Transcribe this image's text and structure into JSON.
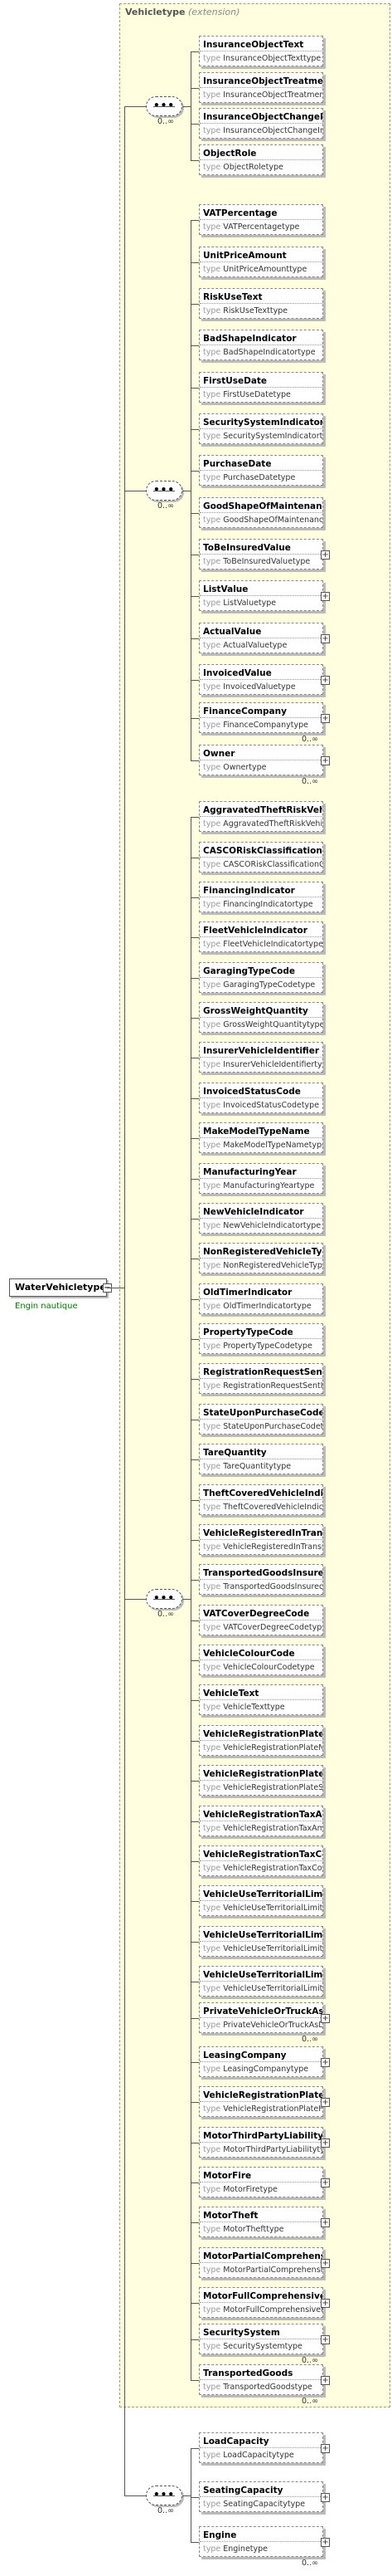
{
  "root": {
    "name": "WaterVehicletype",
    "note": "Engin nautique"
  },
  "extension": {
    "name": "Vehicletype",
    "tag": "(extension)"
  },
  "type_prefix": "type",
  "groups": [
    {
      "occurrence": "0..∞",
      "elements": [
        {
          "name": "InsuranceObjectText",
          "type": "InsuranceObjectTexttype",
          "optional": true,
          "expand": false
        },
        {
          "name": "InsuranceObjectTreatmentCode",
          "type": "InsuranceObjectTreatmentCodetype",
          "optional": true,
          "expand": false
        },
        {
          "name": "InsuranceObjectChangeIndicator",
          "type": "InsuranceObjectChangeIndicatortype",
          "optional": true,
          "expand": false
        },
        {
          "name": "ObjectRole",
          "type": "ObjectRoletype",
          "optional": true,
          "expand": false
        }
      ]
    },
    {
      "occurrence": "0..∞",
      "elements": [
        {
          "name": "VATPercentage",
          "type": "VATPercentagetype",
          "optional": true,
          "expand": false
        },
        {
          "name": "UnitPriceAmount",
          "type": "UnitPriceAmounttype",
          "optional": true,
          "expand": false
        },
        {
          "name": "RiskUseText",
          "type": "RiskUseTexttype",
          "optional": true,
          "expand": false
        },
        {
          "name": "BadShapeIndicator",
          "type": "BadShapeIndicatortype",
          "optional": true,
          "expand": false
        },
        {
          "name": "FirstUseDate",
          "type": "FirstUseDatetype",
          "optional": true,
          "expand": false
        },
        {
          "name": "SecuritySystemIndicator",
          "type": "SecuritySystemIndicatortype",
          "optional": true,
          "expand": false
        },
        {
          "name": "PurchaseDate",
          "type": "PurchaseDatetype",
          "optional": true,
          "expand": false
        },
        {
          "name": "GoodShapeOfMaintenanceIndica...",
          "type": "GoodShapeOfMaintenanceIndic...",
          "optional": true,
          "expand": false
        },
        {
          "name": "ToBeInsuredValue",
          "type": "ToBeInsuredValuetype",
          "optional": true,
          "expand": true
        },
        {
          "name": "ListValue",
          "type": "ListValuetype",
          "optional": true,
          "expand": true
        },
        {
          "name": "ActualValue",
          "type": "ActualValuetype",
          "optional": true,
          "expand": true
        },
        {
          "name": "InvoicedValue",
          "type": "InvoicedValuetype",
          "optional": true,
          "expand": true
        },
        {
          "name": "FinanceCompany",
          "type": "FinanceCompanytype",
          "optional": true,
          "expand": true,
          "occurrence": "0..∞"
        },
        {
          "name": "Owner",
          "type": "Ownertype",
          "optional": true,
          "expand": true,
          "occurrence": "0..∞"
        }
      ]
    },
    {
      "occurrence": "0..∞",
      "elements": [
        {
          "name": "AggravatedTheftRiskVehicleIndi...",
          "type": "AggravatedTheftRiskVehicleIndi...",
          "optional": true,
          "expand": false
        },
        {
          "name": "CASCORiskClassificationCode",
          "type": "CASCORiskClassificationCodety...",
          "optional": true,
          "expand": false
        },
        {
          "name": "FinancingIndicator",
          "type": "FinancingIndicatortype",
          "optional": true,
          "expand": false
        },
        {
          "name": "FleetVehicleIndicator",
          "type": "FleetVehicleIndicatortype",
          "optional": true,
          "expand": false
        },
        {
          "name": "GaragingTypeCode",
          "type": "GaragingTypeCodetype",
          "optional": true,
          "expand": false
        },
        {
          "name": "GrossWeightQuantity",
          "type": "GrossWeightQuantitytype",
          "optional": true,
          "expand": false
        },
        {
          "name": "InsurerVehicleIdentifier",
          "type": "InsurerVehicleIdentifiertype",
          "optional": true,
          "expand": false
        },
        {
          "name": "InvoicedStatusCode",
          "type": "InvoicedStatusCodetype",
          "optional": true,
          "expand": false
        },
        {
          "name": "MakeModelTypeName",
          "type": "MakeModelTypeNametype",
          "optional": true,
          "expand": false
        },
        {
          "name": "ManufacturingYear",
          "type": "ManufacturingYeartype",
          "optional": true,
          "expand": false
        },
        {
          "name": "NewVehicleIndicator",
          "type": "NewVehicleIndicatortype",
          "optional": true,
          "expand": false
        },
        {
          "name": "NonRegisteredVehicleTypeCode",
          "type": "NonRegisteredVehicleTypeCode...",
          "optional": true,
          "expand": false
        },
        {
          "name": "OldTimerIndicator",
          "type": "OldTimerIndicatortype",
          "optional": true,
          "expand": false
        },
        {
          "name": "PropertyTypeCode",
          "type": "PropertyTypeCodetype",
          "optional": true,
          "expand": false
        },
        {
          "name": "RegistrationRequestSentIndicator",
          "type": "RegistrationRequestSentIndicato...",
          "optional": true,
          "expand": false
        },
        {
          "name": "StateUponPurchaseCode",
          "type": "StateUponPurchaseCodetype",
          "optional": true,
          "expand": false
        },
        {
          "name": "TareQuantity",
          "type": "TareQuantitytype",
          "optional": true,
          "expand": false
        },
        {
          "name": "TheftCoveredVehicleIndicator",
          "type": "TheftCoveredVehicleIndicatortype",
          "optional": true,
          "expand": false
        },
        {
          "name": "VehicleRegisteredInTransitIndic...",
          "type": "VehicleRegisteredInTransitIndica...",
          "optional": true,
          "expand": false
        },
        {
          "name": "TransportedGoodsInsuredIndic...",
          "type": "TransportedGoodsInsuredIndica...",
          "optional": true,
          "expand": false
        },
        {
          "name": "VATCoverDegreeCode",
          "type": "VATCoverDegreeCodetype",
          "optional": true,
          "expand": false
        },
        {
          "name": "VehicleColourCode",
          "type": "VehicleColourCodetype",
          "optional": true,
          "expand": false
        },
        {
          "name": "VehicleText",
          "type": "VehicleTexttype",
          "optional": true,
          "expand": false
        },
        {
          "name": "VehicleRegistrationPlateNumber",
          "type": "VehicleRegistrationPlateNumbert...",
          "optional": true,
          "expand": false
        },
        {
          "name": "VehicleRegistrationPlateStatusC...",
          "type": "VehicleRegistrationPlateStatusC...",
          "optional": true,
          "expand": false
        },
        {
          "name": "VehicleRegistrationTaxAmount",
          "type": "VehicleRegistrationTaxAmounty...",
          "optional": true,
          "expand": false
        },
        {
          "name": "VehicleRegistrationTaxCoveredI...",
          "type": "VehicleRegistrationTaxCoveredI...",
          "optional": true,
          "expand": false
        },
        {
          "name": "VehicleUseTerritorialLimitCode",
          "type": "VehicleUseTerritorialLimitCodety...",
          "optional": true,
          "expand": false
        },
        {
          "name": "VehicleUseTerritorialLimitExten...",
          "type": "VehicleUseTerritorialLimitExten...",
          "optional": true,
          "expand": false
        },
        {
          "name": "VehicleUseTerritorialLimitExten...",
          "type": "VehicleUseTerritorialLimitExtensi...",
          "optional": true,
          "expand": false
        },
        {
          "name": "PrivateVehicleOrTruckAsDriven",
          "type": "PrivateVehicleOrTruckAsDrive...",
          "optional": true,
          "expand": true,
          "occurrence": "0..∞"
        },
        {
          "name": "LeasingCompany",
          "type": "LeasingCompanytype",
          "optional": true,
          "expand": true
        },
        {
          "name": "VehicleRegistrationPlateHolder",
          "type": "VehicleRegistrationPlateHolder...",
          "optional": true,
          "expand": true
        },
        {
          "name": "MotorThirdPartyLiability",
          "type": "MotorThirdPartyLiabilitytype",
          "optional": true,
          "expand": true
        },
        {
          "name": "MotorFire",
          "type": "MotorFiretype",
          "optional": true,
          "expand": true
        },
        {
          "name": "MotorTheft",
          "type": "MotorThefttype",
          "optional": true,
          "expand": true
        },
        {
          "name": "MotorPartialComprehensive",
          "type": "MotorPartialComprehensivetype",
          "optional": true,
          "expand": true
        },
        {
          "name": "MotorFullComprehensive",
          "type": "MotorFullComprehensivetype",
          "optional": true,
          "expand": true
        },
        {
          "name": "SecuritySystem",
          "type": "SecuritySystemtype",
          "optional": true,
          "expand": true,
          "occurrence": "0..∞"
        },
        {
          "name": "TransportedGoods",
          "type": "TransportedGoodstype",
          "optional": true,
          "expand": true,
          "occurrence": "0..∞"
        }
      ]
    },
    {
      "occurrence": "0..∞",
      "elements": [
        {
          "name": "LoadCapacity",
          "type": "LoadCapacitytype",
          "optional": true,
          "expand": true
        },
        {
          "name": "SeatingCapacity",
          "type": "SeatingCapacitytype",
          "optional": true,
          "expand": true
        },
        {
          "name": "Engine",
          "type": "Enginetype",
          "optional": true,
          "expand": true,
          "occurrence": "0..∞"
        }
      ]
    }
  ]
}
